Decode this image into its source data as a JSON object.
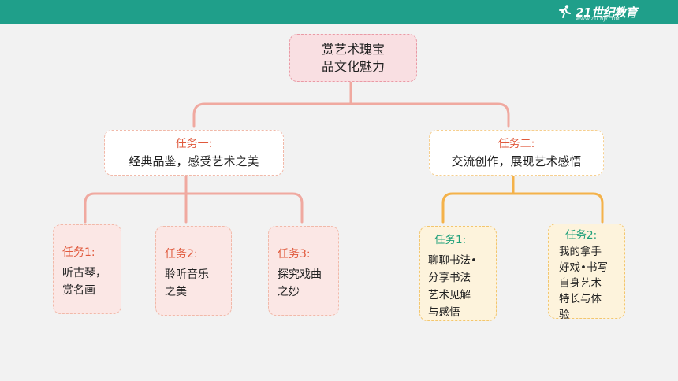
{
  "header": {
    "brand": "21世纪教育",
    "brand_sub": "WWW.21CNJY.COM"
  },
  "root": {
    "line1": "赏艺术瑰宝",
    "line2": "品文化魅力"
  },
  "task1": {
    "tag": "任务一:",
    "title": "经典品鉴，感受艺术之美",
    "subtasks": [
      {
        "tag": "任务1:",
        "lines": [
          "听古琴，",
          "赏名画"
        ]
      },
      {
        "tag": "任务2:",
        "lines": [
          "聆听音乐",
          "之美"
        ]
      },
      {
        "tag": "任务3:",
        "lines": [
          "探究戏曲",
          "之妙"
        ]
      }
    ]
  },
  "task2": {
    "tag": "任务二:",
    "title": "交流创作，展现艺术感悟",
    "subtasks": [
      {
        "tag": "任务1:",
        "lines": [
          "聊聊书法•",
          "分享书法",
          "艺术见解",
          "与感悟"
        ]
      },
      {
        "tag": "任务2:",
        "lines": [
          "我的拿手",
          "好戏•书写",
          "自身艺术",
          "特长与体",
          "验"
        ]
      }
    ]
  },
  "colors": {
    "header": "#1f9f8a",
    "pink_line": "#f0a9a0",
    "orange_line": "#f4b24a",
    "tag_red": "#e0593c",
    "tag_green": "#1fa07a"
  }
}
